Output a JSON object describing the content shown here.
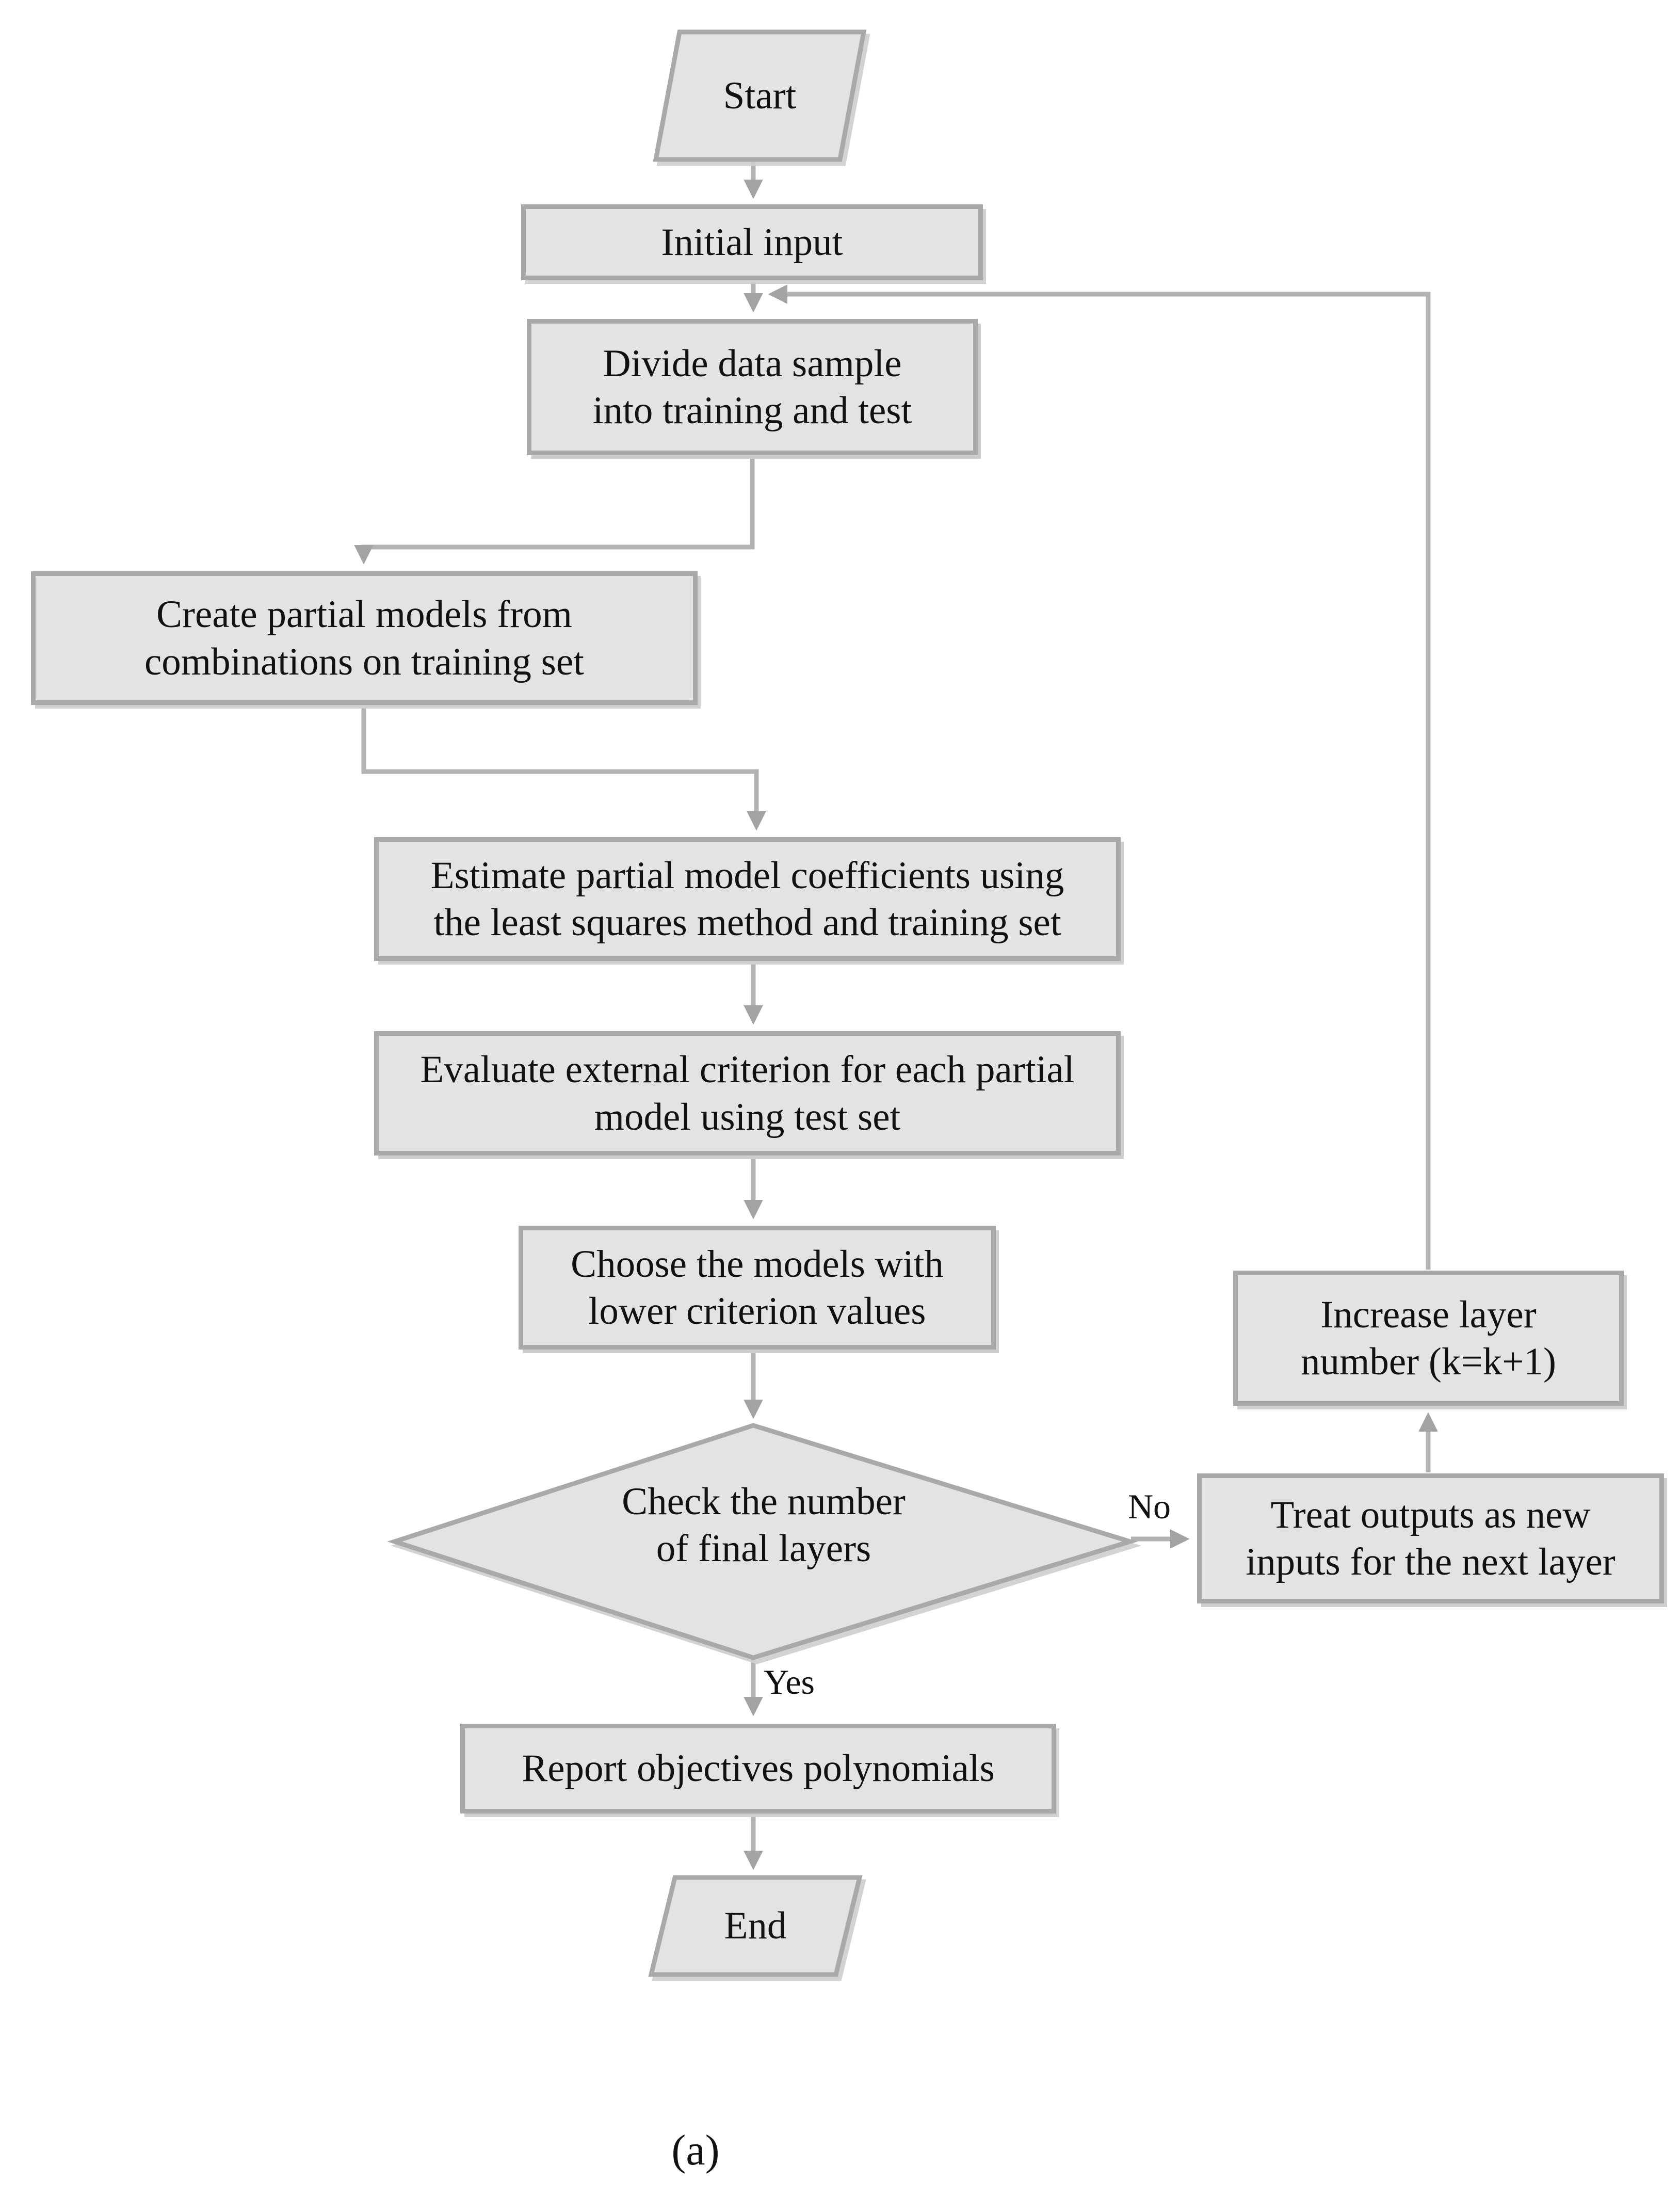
{
  "figure": {
    "type": "flowchart",
    "caption": "(a)"
  },
  "colors": {
    "node_fill": "#e3e3e1",
    "node_border": "#a9a9a9",
    "connector": "#b3b3b3",
    "arrowhead": "#a3a3a3",
    "text": "#111114",
    "background": "#ffffff"
  },
  "nodes": {
    "start": {
      "shape": "parallelogram",
      "label": "Start"
    },
    "initial_input": {
      "shape": "rect",
      "label": "Initial input"
    },
    "divide": {
      "shape": "rect",
      "label": "Divide data sample\ninto training and test"
    },
    "create": {
      "shape": "rect",
      "label": "Create partial models from\ncombinations on training set"
    },
    "estimate": {
      "shape": "rect",
      "label": "Estimate partial model coefficients using\nthe least squares method and training set"
    },
    "evaluate": {
      "shape": "rect",
      "label": "Evaluate external criterion for each partial\nmodel using test set"
    },
    "choose": {
      "shape": "rect",
      "label": "Choose the models with\nlower criterion values"
    },
    "decision": {
      "shape": "diamond",
      "label": "Check the number\nof final layers"
    },
    "treat": {
      "shape": "rect",
      "label": "Treat outputs as new\ninputs for the next layer"
    },
    "increase": {
      "shape": "rect",
      "label": "Increase layer\nnumber (k=k+1)"
    },
    "report": {
      "shape": "rect",
      "label": "Report objectives polynomials"
    },
    "end": {
      "shape": "parallelogram",
      "label": "End"
    }
  },
  "edges": [
    {
      "from": "start",
      "to": "initial_input",
      "label": ""
    },
    {
      "from": "initial_input",
      "to": "divide",
      "label": ""
    },
    {
      "from": "divide",
      "to": "create",
      "label": ""
    },
    {
      "from": "create",
      "to": "estimate",
      "label": ""
    },
    {
      "from": "estimate",
      "to": "evaluate",
      "label": ""
    },
    {
      "from": "evaluate",
      "to": "choose",
      "label": ""
    },
    {
      "from": "choose",
      "to": "decision",
      "label": ""
    },
    {
      "from": "decision",
      "to": "treat",
      "label": "No"
    },
    {
      "from": "treat",
      "to": "increase",
      "label": ""
    },
    {
      "from": "increase",
      "to": "divide",
      "label": ""
    },
    {
      "from": "decision",
      "to": "report",
      "label": "Yes"
    },
    {
      "from": "report",
      "to": "end",
      "label": ""
    }
  ]
}
